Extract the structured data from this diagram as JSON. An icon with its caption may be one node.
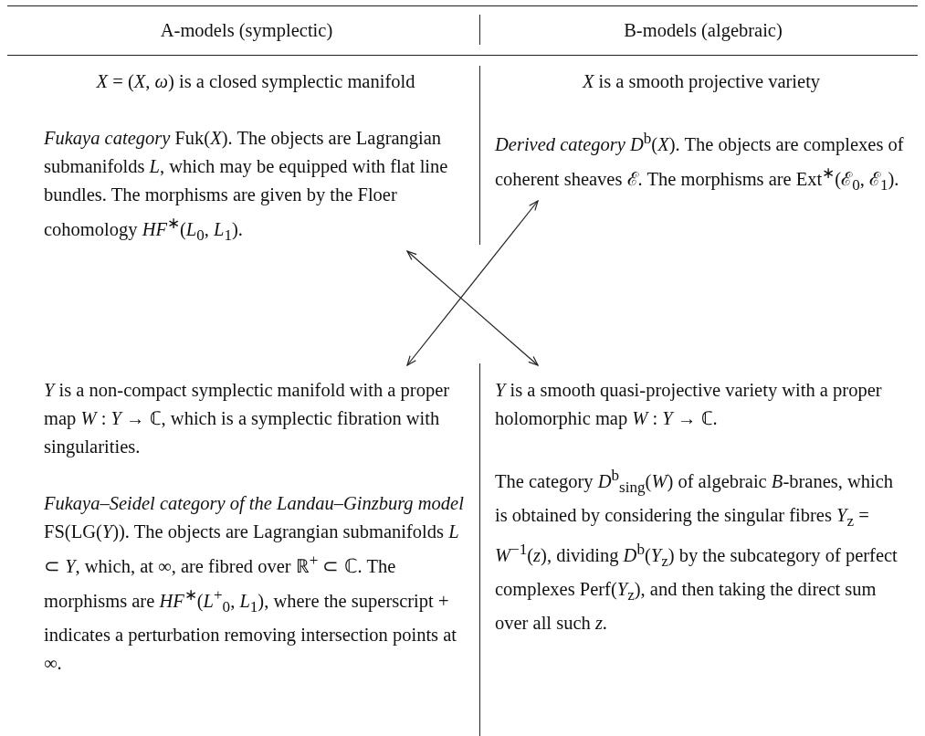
{
  "diagram": {
    "nodes": [
      {
        "text": [
          "*X* = (*X*, *ω*) is a closed symplectic manifold",
          "*Fukaya category* Fuk(*X*). The objects are Lagrangian submanifolds *L*, which may be equipped with flat line bundles. The morphisms are given by the Floer cohomology *HF*$^{∗}$(*L*$_{0}$, *L*$_{1}$)."
        ]
      },
      {
        "text": [
          "*X* is a smooth projective variety",
          "*Derived category D*$^{b}$(*X*). The objects are complexes of coherent sheaves ℰ. The morphisms are Ext$^{∗}$(ℰ$_{0}$, ℰ$_{1}$)."
        ]
      },
      {
        "text": [
          "*Y* is a non-compact symplectic manifold with a proper map *W* : *Y* → ℂ, which is a symplectic fibration with singularities.",
          "*Fukaya–Seidel category of the Landau–Ginzburg model* FS(LG(*Y*)). The objects are Lagrangian submanifolds *L* ⊂ *Y*, which, at ∞, are fibred over ℝ$^{+}$ ⊂ ℂ. The morphisms are *HF*$^{∗}$(*L*$^{+}$$_{0}$, *L*$_{1}$), where the superscript + indicates a perturbation removing intersection points at ∞."
        ]
      },
      {
        "text": [
          "*Y* is a smooth quasi-projective variety with a proper holomorphic map *W* : *Y* → ℂ.",
          "The category *D*$^{b}$$_{sing}$(*W*) of algebraic *B*-branes, which is obtained by considering the singular fibres *Y*$_{z}$ = *W*$^{−1}$(*z*), dividing *D*$^{b}$(*Y*$_{z}$) by the subcategory of perfect complexes Perf(*Y*$_{z}$), and then taking the direct sum over all such *z*."
        ]
      }
    ],
    "edges": [
      {
        "from": 0,
        "to": 3,
        "arrow": "both"
      },
      {
        "from": 1,
        "to": 2,
        "arrow": "both"
      }
    ],
    "labels": [
      "A-models (symplectic)",
      "B-models (algebraic)"
    ]
  }
}
